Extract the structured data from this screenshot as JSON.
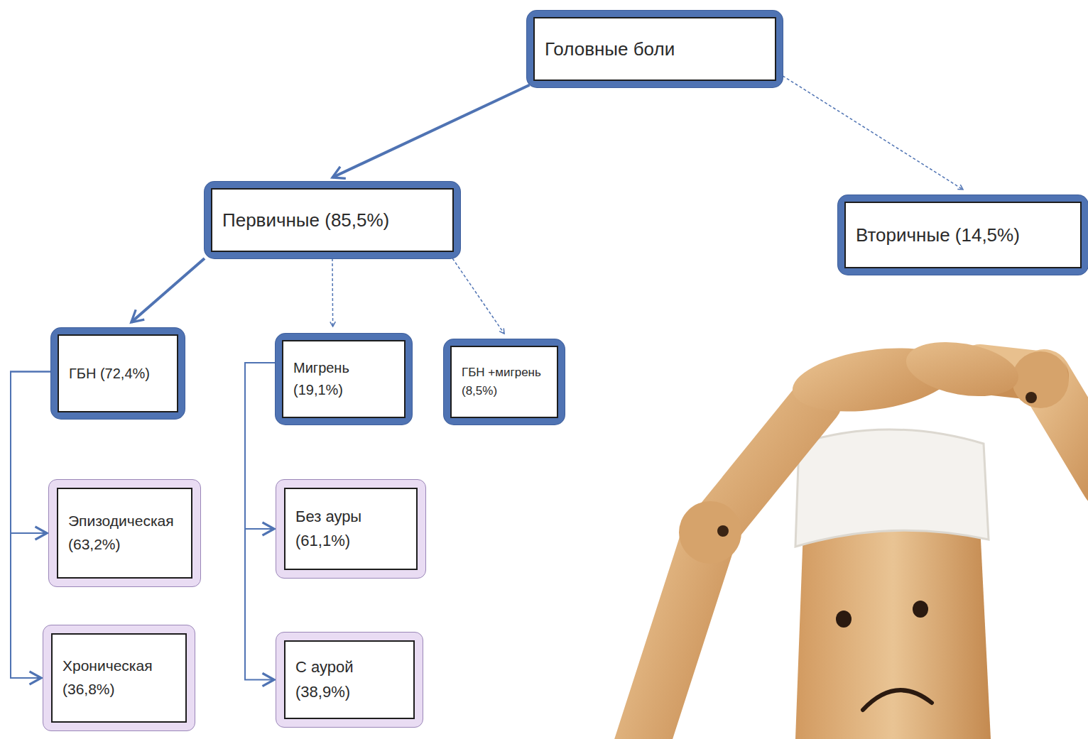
{
  "diagram": {
    "nodes": [
      {
        "text": [
          "Головные боли"
        ]
      },
      {
        "text": [
          "Первичные (85,5%)"
        ]
      },
      {
        "text": [
          "Вторичные (14,5%)"
        ]
      },
      {
        "text": [
          "ГБН (72,4%)"
        ]
      },
      {
        "text": [
          "Мигрень (19,1%)"
        ]
      },
      {
        "text": [
          "ГБН +мигрень (8,5%)"
        ]
      },
      {
        "text": [
          "Эпизодическая (63,2%)"
        ]
      },
      {
        "text": [
          "Без ауры (61,1%)"
        ]
      },
      {
        "text": [
          "Хроническая (36,8%)"
        ]
      },
      {
        "text": [
          "С аурой (38,9%)"
        ]
      }
    ],
    "edges": [
      {
        "from": 0,
        "to": 1,
        "arrow": "to"
      },
      {
        "from": 0,
        "to": 2,
        "arrow": "to"
      },
      {
        "from": 1,
        "to": 3,
        "arrow": "to"
      },
      {
        "from": 1,
        "to": 4,
        "arrow": "to"
      },
      {
        "from": 1,
        "to": 5,
        "arrow": "to"
      },
      {
        "from": 3,
        "to": 6,
        "arrow": "to"
      },
      {
        "from": 3,
        "to": 8,
        "arrow": "to"
      },
      {
        "from": 4,
        "to": 7,
        "arrow": "to"
      },
      {
        "from": 4,
        "to": 9,
        "arrow": "to"
      }
    ]
  }
}
